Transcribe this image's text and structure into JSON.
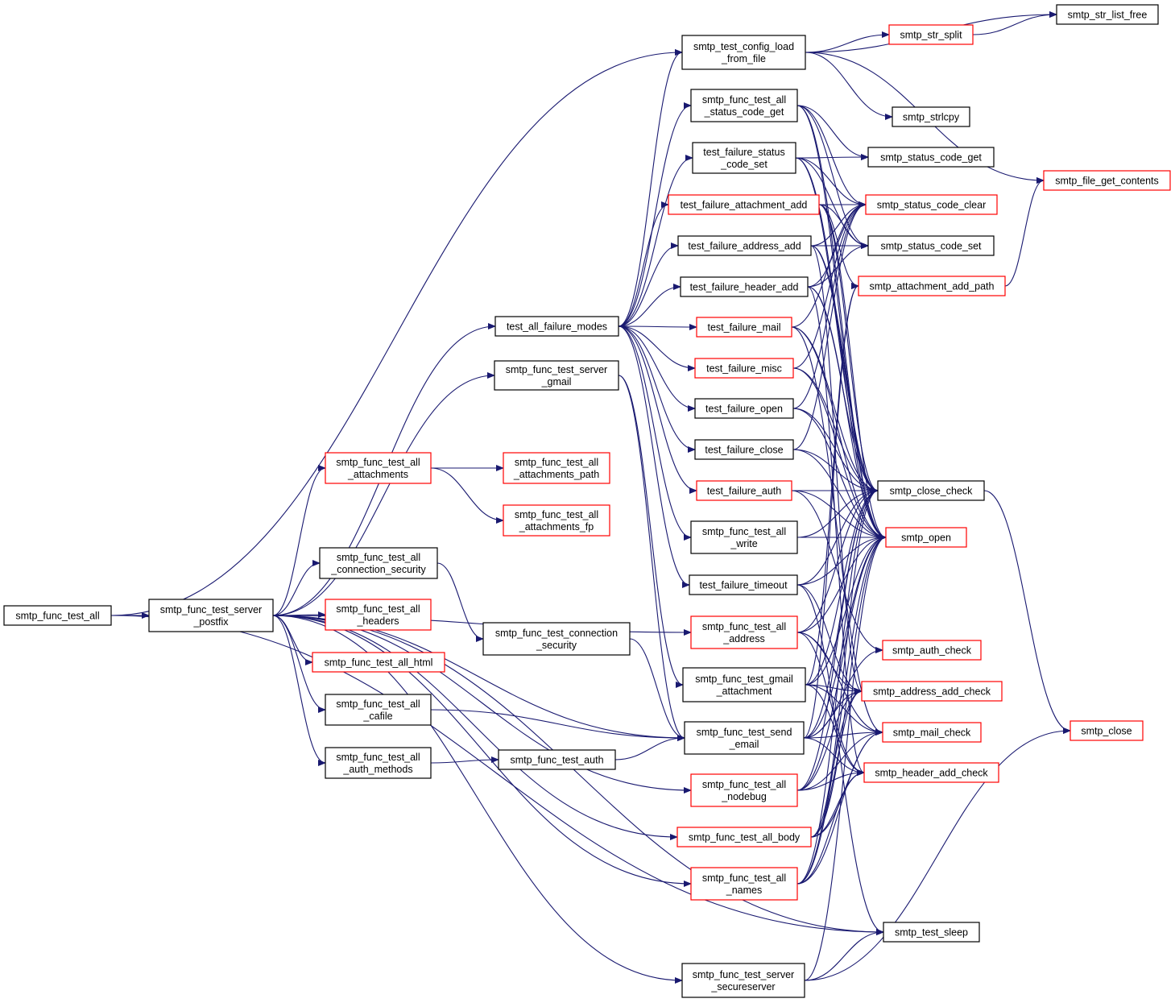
{
  "colors": {
    "edge": "#191970",
    "node_border_default": "#000000",
    "node_border_incomplete": "#ff0000",
    "root_fill": "#bfbfbf",
    "background": "#ffffff"
  },
  "diagram": {
    "nodes": [
      {
        "id": "root",
        "lines": [
          "smtp_func_test_all"
        ],
        "style": "root"
      },
      {
        "id": "postfix",
        "lines": [
          "smtp_func_test_server",
          "_postfix"
        ],
        "style": "normal"
      },
      {
        "id": "failmodes",
        "lines": [
          "test_all_failure_modes"
        ],
        "style": "normal"
      },
      {
        "id": "gmail",
        "lines": [
          "smtp_func_test_server",
          "_gmail"
        ],
        "style": "normal"
      },
      {
        "id": "attachments",
        "lines": [
          "smtp_func_test_all",
          "_attachments"
        ],
        "style": "red"
      },
      {
        "id": "connsec",
        "lines": [
          "smtp_func_test_all",
          "_connection_security"
        ],
        "style": "normal"
      },
      {
        "id": "headers",
        "lines": [
          "smtp_func_test_all",
          "_headers"
        ],
        "style": "red"
      },
      {
        "id": "html",
        "lines": [
          "smtp_func_test_all_html"
        ],
        "style": "red"
      },
      {
        "id": "cafile",
        "lines": [
          "smtp_func_test_all",
          "_cafile"
        ],
        "style": "normal"
      },
      {
        "id": "authmethods",
        "lines": [
          "smtp_func_test_all",
          "_auth_methods"
        ],
        "style": "normal"
      },
      {
        "id": "attpath",
        "lines": [
          "smtp_func_test_all",
          "_attachments_path"
        ],
        "style": "red"
      },
      {
        "id": "attfp",
        "lines": [
          "smtp_func_test_all",
          "_attachments_fp"
        ],
        "style": "red"
      },
      {
        "id": "connsec2",
        "lines": [
          "smtp_func_test_connection",
          "_security"
        ],
        "style": "normal"
      },
      {
        "id": "funcauth",
        "lines": [
          "smtp_func_test_auth"
        ],
        "style": "normal"
      },
      {
        "id": "configload",
        "lines": [
          "smtp_test_config_load",
          "_from_file"
        ],
        "style": "normal"
      },
      {
        "id": "statusget",
        "lines": [
          "smtp_func_test_all",
          "_status_code_get"
        ],
        "style": "normal"
      },
      {
        "id": "fstatus",
        "lines": [
          "test_failure_status",
          "_code_set"
        ],
        "style": "normal"
      },
      {
        "id": "fattach",
        "lines": [
          "test_failure_attachment_add"
        ],
        "style": "red"
      },
      {
        "id": "faddress",
        "lines": [
          "test_failure_address_add"
        ],
        "style": "normal"
      },
      {
        "id": "fheader",
        "lines": [
          "test_failure_header_add"
        ],
        "style": "normal"
      },
      {
        "id": "fmail",
        "lines": [
          "test_failure_mail"
        ],
        "style": "red"
      },
      {
        "id": "fmisc",
        "lines": [
          "test_failure_misc"
        ],
        "style": "red"
      },
      {
        "id": "fopen",
        "lines": [
          "test_failure_open"
        ],
        "style": "normal"
      },
      {
        "id": "fclose",
        "lines": [
          "test_failure_close"
        ],
        "style": "normal"
      },
      {
        "id": "fauth",
        "lines": [
          "test_failure_auth"
        ],
        "style": "red"
      },
      {
        "id": "allwrite",
        "lines": [
          "smtp_func_test_all",
          "_write"
        ],
        "style": "normal"
      },
      {
        "id": "ftimeout",
        "lines": [
          "test_failure_timeout"
        ],
        "style": "normal"
      },
      {
        "id": "alladdress",
        "lines": [
          "smtp_func_test_all",
          "_address"
        ],
        "style": "red"
      },
      {
        "id": "gmailatt",
        "lines": [
          "smtp_func_test_gmail",
          "_attachment"
        ],
        "style": "normal"
      },
      {
        "id": "sendemail",
        "lines": [
          "smtp_func_test_send",
          "_email"
        ],
        "style": "normal"
      },
      {
        "id": "nodebug",
        "lines": [
          "smtp_func_test_all",
          "_nodebug"
        ],
        "style": "red"
      },
      {
        "id": "allbody",
        "lines": [
          "smtp_func_test_all_body"
        ],
        "style": "red"
      },
      {
        "id": "allnames",
        "lines": [
          "smtp_func_test_all",
          "_names"
        ],
        "style": "red"
      },
      {
        "id": "secure",
        "lines": [
          "smtp_func_test_server",
          "_secureserver"
        ],
        "style": "normal"
      },
      {
        "id": "strsplit",
        "lines": [
          "smtp_str_split"
        ],
        "style": "red"
      },
      {
        "id": "strlcpy",
        "lines": [
          "smtp_strlcpy"
        ],
        "style": "normal"
      },
      {
        "id": "scget",
        "lines": [
          "smtp_status_code_get"
        ],
        "style": "normal"
      },
      {
        "id": "scclear",
        "lines": [
          "smtp_status_code_clear"
        ],
        "style": "red"
      },
      {
        "id": "scset",
        "lines": [
          "smtp_status_code_set"
        ],
        "style": "normal"
      },
      {
        "id": "attaddpath",
        "lines": [
          "smtp_attachment_add_path"
        ],
        "style": "red"
      },
      {
        "id": "closecheck",
        "lines": [
          "smtp_close_check"
        ],
        "style": "normal"
      },
      {
        "id": "open",
        "lines": [
          "smtp_open"
        ],
        "style": "red"
      },
      {
        "id": "authcheck",
        "lines": [
          "smtp_auth_check"
        ],
        "style": "red"
      },
      {
        "id": "addrcheck",
        "lines": [
          "smtp_address_add_check"
        ],
        "style": "red"
      },
      {
        "id": "mailcheck",
        "lines": [
          "smtp_mail_check"
        ],
        "style": "red"
      },
      {
        "id": "hdrcheck",
        "lines": [
          "smtp_header_add_check"
        ],
        "style": "red"
      },
      {
        "id": "sleep",
        "lines": [
          "smtp_test_sleep"
        ],
        "style": "normal"
      },
      {
        "id": "strlistfree",
        "lines": [
          "smtp_str_list_free"
        ],
        "style": "normal"
      },
      {
        "id": "filecontents",
        "lines": [
          "smtp_file_get_contents"
        ],
        "style": "red"
      },
      {
        "id": "close",
        "lines": [
          "smtp_close"
        ],
        "style": "red"
      }
    ],
    "edges": [
      [
        "root",
        "postfix"
      ],
      [
        "root",
        "configload"
      ],
      [
        "root",
        "sleep"
      ],
      [
        "postfix",
        "failmodes"
      ],
      [
        "postfix",
        "gmail"
      ],
      [
        "postfix",
        "attachments"
      ],
      [
        "postfix",
        "connsec"
      ],
      [
        "postfix",
        "headers"
      ],
      [
        "postfix",
        "html"
      ],
      [
        "postfix",
        "cafile"
      ],
      [
        "postfix",
        "authmethods"
      ],
      [
        "postfix",
        "alladdress"
      ],
      [
        "postfix",
        "nodebug"
      ],
      [
        "postfix",
        "allbody"
      ],
      [
        "postfix",
        "allnames"
      ],
      [
        "postfix",
        "secure"
      ],
      [
        "postfix",
        "sleep"
      ],
      [
        "postfix",
        "sendemail"
      ],
      [
        "attachments",
        "attpath"
      ],
      [
        "attachments",
        "attfp"
      ],
      [
        "connsec",
        "connsec2"
      ],
      [
        "connsec2",
        "sendemail"
      ],
      [
        "cafile",
        "sendemail"
      ],
      [
        "authmethods",
        "funcauth"
      ],
      [
        "funcauth",
        "sendemail"
      ],
      [
        "gmail",
        "gmailatt"
      ],
      [
        "gmail",
        "sendemail"
      ],
      [
        "failmodes",
        "statusget"
      ],
      [
        "failmodes",
        "fstatus"
      ],
      [
        "failmodes",
        "fattach"
      ],
      [
        "failmodes",
        "faddress"
      ],
      [
        "failmodes",
        "fheader"
      ],
      [
        "failmodes",
        "fmail"
      ],
      [
        "failmodes",
        "fmisc"
      ],
      [
        "failmodes",
        "fopen"
      ],
      [
        "failmodes",
        "fclose"
      ],
      [
        "failmodes",
        "fauth"
      ],
      [
        "failmodes",
        "allwrite"
      ],
      [
        "failmodes",
        "ftimeout"
      ],
      [
        "failmodes",
        "configload"
      ],
      [
        "configload",
        "strlistfree"
      ],
      [
        "configload",
        "strsplit"
      ],
      [
        "configload",
        "strlcpy"
      ],
      [
        "configload",
        "filecontents"
      ],
      [
        "strsplit",
        "strlistfree"
      ],
      [
        "statusget",
        "scget"
      ],
      [
        "statusget",
        "scclear"
      ],
      [
        "statusget",
        "scset"
      ],
      [
        "statusget",
        "closecheck"
      ],
      [
        "statusget",
        "open"
      ],
      [
        "fstatus",
        "scget"
      ],
      [
        "fstatus",
        "scclear"
      ],
      [
        "fstatus",
        "scset"
      ],
      [
        "fstatus",
        "closecheck"
      ],
      [
        "fstatus",
        "open"
      ],
      [
        "fattach",
        "scclear"
      ],
      [
        "fattach",
        "scset"
      ],
      [
        "fattach",
        "attaddpath"
      ],
      [
        "fattach",
        "closecheck"
      ],
      [
        "fattach",
        "open"
      ],
      [
        "faddress",
        "scclear"
      ],
      [
        "faddress",
        "scset"
      ],
      [
        "faddress",
        "addrcheck"
      ],
      [
        "faddress",
        "closecheck"
      ],
      [
        "faddress",
        "open"
      ],
      [
        "fheader",
        "scclear"
      ],
      [
        "fheader",
        "scset"
      ],
      [
        "fheader",
        "hdrcheck"
      ],
      [
        "fheader",
        "closecheck"
      ],
      [
        "fheader",
        "open"
      ],
      [
        "fmail",
        "scclear"
      ],
      [
        "fmail",
        "mailcheck"
      ],
      [
        "fmail",
        "closecheck"
      ],
      [
        "fmail",
        "open"
      ],
      [
        "fmisc",
        "scclear"
      ],
      [
        "fmisc",
        "closecheck"
      ],
      [
        "fmisc",
        "open"
      ],
      [
        "fopen",
        "scclear"
      ],
      [
        "fopen",
        "closecheck"
      ],
      [
        "fopen",
        "open"
      ],
      [
        "fclose",
        "scclear"
      ],
      [
        "fclose",
        "closecheck"
      ],
      [
        "fclose",
        "open"
      ],
      [
        "fauth",
        "closecheck"
      ],
      [
        "fauth",
        "open"
      ],
      [
        "fauth",
        "authcheck"
      ],
      [
        "allwrite",
        "closecheck"
      ],
      [
        "allwrite",
        "open"
      ],
      [
        "ftimeout",
        "closecheck"
      ],
      [
        "ftimeout",
        "open"
      ],
      [
        "ftimeout",
        "sleep"
      ],
      [
        "ftimeout",
        "addrcheck"
      ],
      [
        "alladdress",
        "closecheck"
      ],
      [
        "alladdress",
        "open"
      ],
      [
        "alladdress",
        "addrcheck"
      ],
      [
        "alladdress",
        "mailcheck"
      ],
      [
        "alladdress",
        "hdrcheck"
      ],
      [
        "gmailatt",
        "closecheck"
      ],
      [
        "gmailatt",
        "open"
      ],
      [
        "gmailatt",
        "addrcheck"
      ],
      [
        "gmailatt",
        "mailcheck"
      ],
      [
        "gmailatt",
        "hdrcheck"
      ],
      [
        "gmailatt",
        "attaddpath"
      ],
      [
        "sendemail",
        "closecheck"
      ],
      [
        "sendemail",
        "open"
      ],
      [
        "sendemail",
        "addrcheck"
      ],
      [
        "sendemail",
        "mailcheck"
      ],
      [
        "sendemail",
        "hdrcheck"
      ],
      [
        "sendemail",
        "authcheck"
      ],
      [
        "sendemail",
        "attaddpath"
      ],
      [
        "nodebug",
        "closecheck"
      ],
      [
        "nodebug",
        "open"
      ],
      [
        "nodebug",
        "addrcheck"
      ],
      [
        "nodebug",
        "mailcheck"
      ],
      [
        "nodebug",
        "hdrcheck"
      ],
      [
        "allbody",
        "closecheck"
      ],
      [
        "allbody",
        "open"
      ],
      [
        "allbody",
        "addrcheck"
      ],
      [
        "allbody",
        "mailcheck"
      ],
      [
        "allbody",
        "hdrcheck"
      ],
      [
        "allnames",
        "closecheck"
      ],
      [
        "allnames",
        "open"
      ],
      [
        "allnames",
        "addrcheck"
      ],
      [
        "allnames",
        "mailcheck"
      ],
      [
        "allnames",
        "hdrcheck"
      ],
      [
        "secure",
        "sleep"
      ],
      [
        "secure",
        "close"
      ],
      [
        "secure",
        "open"
      ],
      [
        "closecheck",
        "close"
      ],
      [
        "attaddpath",
        "filecontents"
      ]
    ]
  }
}
